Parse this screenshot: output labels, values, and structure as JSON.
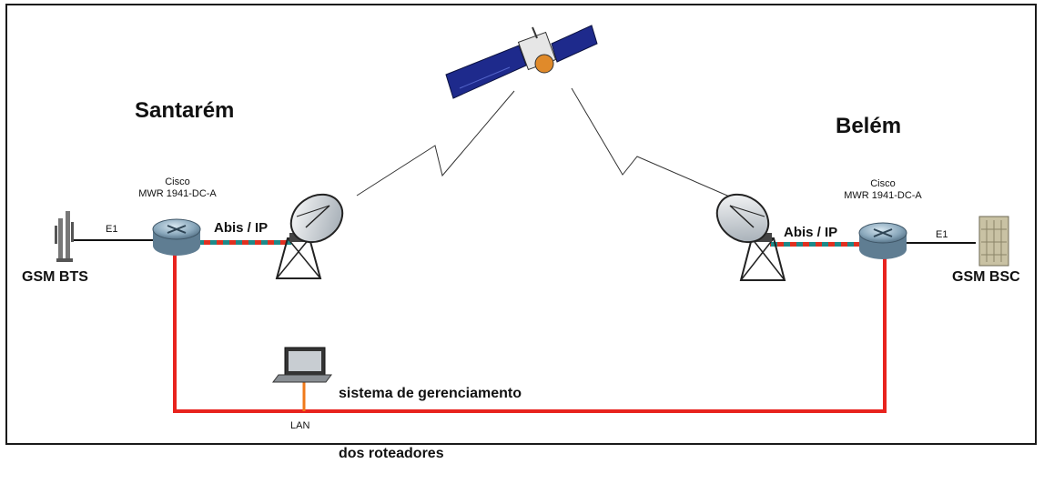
{
  "sites": {
    "left": {
      "city": "Santarém",
      "router_line1": "Cisco",
      "router_line2": "MWR 1941-DC-A",
      "link_label": "E1",
      "abis_label": "Abis / IP",
      "device_label": "GSM BTS"
    },
    "right": {
      "city": "Belém",
      "router_line1": "Cisco",
      "router_line2": "MWR 1941-DC-A",
      "link_label": "E1",
      "abis_label": "Abis / IP",
      "device_label": "GSM BSC"
    }
  },
  "management": {
    "line1": "sistema de gerenciamento",
    "line2": "dos roteadores",
    "lan_label": "LAN"
  },
  "colors": {
    "lan_line": "#e8231e",
    "lan_drop": "#f07a1a",
    "abis_red": "#e03020",
    "abis_teal": "#1d8a8a",
    "satellite_panel": "#1e2a8c",
    "router_body": "#8aa8bc"
  }
}
